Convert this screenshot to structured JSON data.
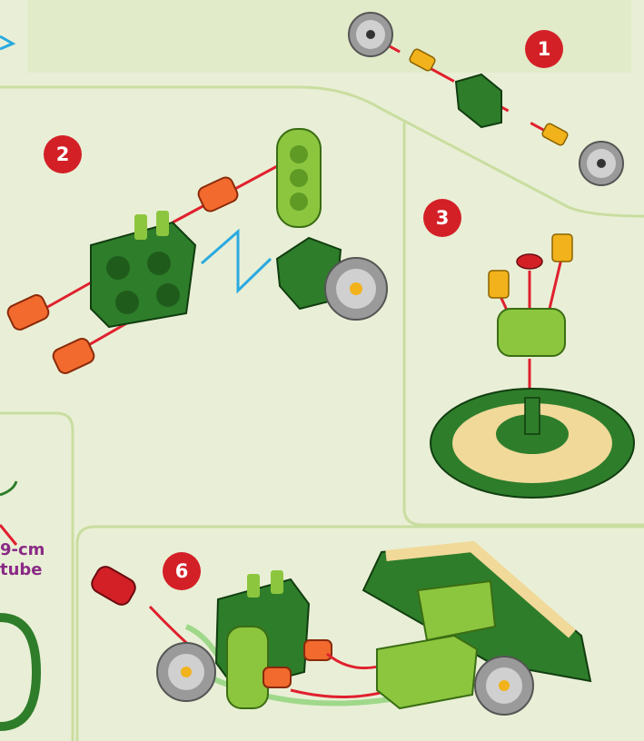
{
  "steps": [
    {
      "number": "1"
    },
    {
      "number": "2"
    },
    {
      "number": "3"
    },
    {
      "number": "6"
    }
  ],
  "tube_label": {
    "line1": "9-cm",
    "line2": "tube"
  },
  "colors": {
    "background": "#e9efd6",
    "panel_border": "#cfe0a8",
    "badge": "#d32027",
    "label": "#8a2a86",
    "dark_green_part": "#2e7d2a",
    "light_green_part": "#8cc63f",
    "orange_pin": "#f26a2e",
    "yellow_pin": "#f2b21b",
    "gear_gray": "#9a9a9a",
    "connector_line": "#e0202e",
    "zigzag": "#2aa9e0",
    "tube": "#9fd88a"
  }
}
